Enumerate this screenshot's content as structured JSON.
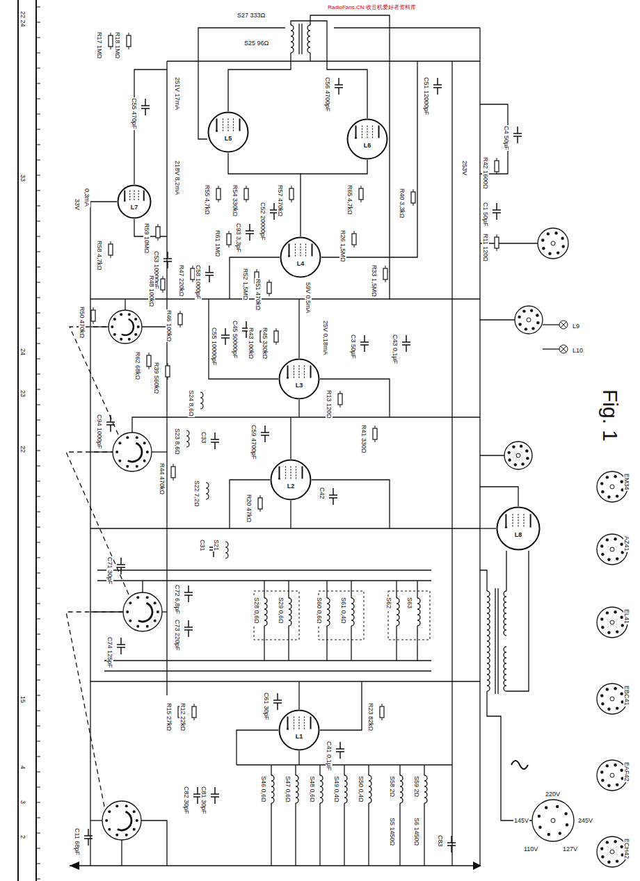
{
  "diagram": {
    "caption": "Fig. 1",
    "nodes": [
      {
        "text": [
          "L7"
        ]
      },
      {
        "text": [
          "L5"
        ]
      },
      {
        "text": [
          "L6"
        ]
      },
      {
        "text": [
          "L4"
        ]
      },
      {
        "text": [
          "L3"
        ]
      },
      {
        "text": [
          "L2"
        ]
      },
      {
        "text": [
          "L1"
        ]
      },
      {
        "text": [
          "L8"
        ]
      }
    ],
    "labels": [
      "RadioFans.CN 收音机爱好者资料库",
      "22 24",
      "33",
      "24",
      "23",
      "22",
      "15",
      "4",
      "3",
      "2",
      "R17 1MΩ",
      "R18 1MΩ",
      "33V",
      "0,3mA",
      "R59 10MΩ",
      "R58 4,7kΩ",
      "C53 10000pF",
      "251V 17mA",
      "218V 8,2mA",
      "C55 470pF",
      "C56 4700pF",
      "C51 12000pF",
      "S27 333Ω",
      "S25 96Ω",
      "R55 4,7kΩ",
      "R65 4,7kΩ",
      "R40 3,3kΩ",
      "R26 1,5MΩ",
      "R33 1,5MΩ",
      "R54 330kΩ",
      "R57 470kΩ",
      "C52 20000pF",
      "R61 1MΩ",
      "C93 3,3pF",
      "R52 1,5MΩ",
      "R51 470kΩ",
      "59V 0,5mA",
      "C55 10000pF",
      "C45 50000pF",
      "R43 100kΩ",
      "R45 330kΩ",
      "25V 0,18mA",
      "C43 0,1µF",
      "C3 50µF",
      "R13 120Ω",
      "R41 330Ω",
      "R50 470kΩ",
      "R48 100kΩ",
      "R46 100kΩ",
      "R47 220kΩ",
      "C58 1000pF",
      "R62 68kΩ",
      "R39 560kΩ",
      "C94 1000pF",
      "S24 8,6Ω",
      "S23 8,6Ω",
      "C33",
      "R44 470kΩ",
      "C59 4700pF",
      "R20 47kΩ",
      "S22 7,2Ω",
      "S21",
      "C31",
      "C71 30pF",
      "C72 6,8pF",
      "C73 220pF",
      "C74 125pF",
      "C42",
      "C41 0,1µF",
      "R23 82kΩ",
      "R15 27kΩ",
      "R12 22kΩ",
      "C61 30pF",
      "C81 30pF",
      "C82 30pF",
      "C11 68pF",
      "C83",
      "S46 0,6Ω",
      "S47 0,6Ω",
      "S48 0,6Ω",
      "S49 0,4Ω",
      "S50 0,4Ω",
      "S58 2Ω",
      "S59 2Ω",
      "S5 1450Ω",
      "S6 1450Ω",
      "S28 0,6Ω",
      "S29 0,6Ω",
      "S60 0,6Ω",
      "S61 0,4Ω",
      "S62",
      "S63",
      "R42 1600Ω",
      "C1 50µF",
      "C4 50µF",
      "R11 120Ω",
      "253V",
      "110V",
      "127V",
      "145V",
      "220V",
      "245V",
      "ECH42",
      "EAF42",
      "EBC41",
      "EL41",
      "AZ41",
      "EM34",
      "L9",
      "L10"
    ]
  }
}
